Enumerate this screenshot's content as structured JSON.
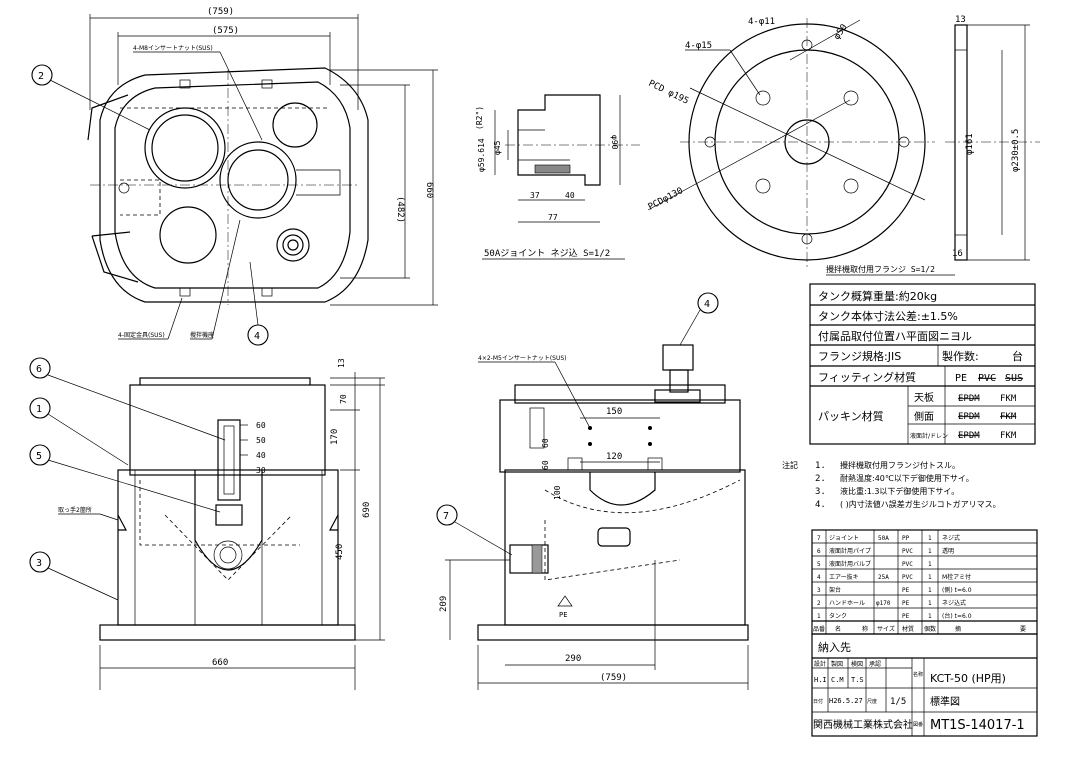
{
  "plan_view": {
    "dim_overall_width": "(759)",
    "dim_inner_width": "(575)",
    "dim_height_inner": "(482)",
    "dim_height": "660",
    "label_insert_nut": "4-M8インサートナット(SUS)",
    "label_fixing": "4-固定金具(SUS)",
    "label_mixer_base": "攪拌機座"
  },
  "joint_view": {
    "dim_r2": "(R2\")",
    "dim_59": "φ59.614",
    "dim_45": "φ45",
    "dim_90": "φ90",
    "dim_37": "37",
    "dim_40": "40",
    "dim_77": "77",
    "caption": "50Aジョイント ネジ込 S=1/2"
  },
  "flange_view": {
    "holes_11": "4-φ11",
    "holes_15": "4-φ15",
    "dim_50": "φ50",
    "pcd_195": "PCD φ195",
    "pcd_130": "PCDφ130",
    "dim_13": "13",
    "dim_161": "φ161",
    "dim_230": "φ230±0.5",
    "dim_16": "16",
    "caption": "攪拌機取付用フランジ S=1/2"
  },
  "front_view": {
    "dim_13": "13",
    "dim_70": "70",
    "dim_170": "170",
    "dim_450": "450",
    "dim_690": "690",
    "dim_660": "660",
    "scale_60": "60",
    "scale_50": "50",
    "scale_40": "40",
    "scale_30": "30",
    "label_handle": "取っ手2箇所"
  },
  "side_view": {
    "label_insert": "4×2-M5インサートナット(SUS)",
    "dim_150": "150",
    "dim_60a": "60",
    "dim_60b": "60",
    "dim_120": "120",
    "dim_100": "100",
    "dim_209": "209",
    "dim_290": "290",
    "dim_759": "(759)",
    "pe_mark": "PE"
  },
  "balloons": [
    "1",
    "2",
    "3",
    "4",
    "5",
    "6",
    "7"
  ],
  "spec_table": {
    "weight": "タンク概算重量:約20kg",
    "tolerance": "タンク本体寸法公差:±1.5%",
    "attach_pos": "付属品取付位置ハ平面図ニヨル",
    "flange_std": "フランジ規格:JIS",
    "qty_label": "製作数:",
    "qty_unit": "台",
    "fitting_label": "フィッティング材質",
    "fitting_pe": "PE",
    "fitting_pvc": "PVC",
    "fitting_sus": "SUS",
    "packing_label": "パッキン材質",
    "packing_top": "天板",
    "packing_side": "側面",
    "packing_level": "液面計/ドレン",
    "epdm": "EPDM",
    "fkm": "FKM"
  },
  "notes": {
    "title": "注記",
    "n1_num": "1.",
    "n1": "攪拌機取付用フランジ付トスル。",
    "n2_num": "2.",
    "n2": "耐熱温度:40℃以下デ御使用下サイ。",
    "n3_num": "3.",
    "n3": "液比重:1.3以下デ御使用下サイ。",
    "n4_num": "4.",
    "n4": "( )内寸法値ハ誤差ガ生ジルコトガアリマス。"
  },
  "parts_list": {
    "rows": [
      [
        "7",
        "ジョイント",
        "50A",
        "PP",
        "1",
        "ネジ式"
      ],
      [
        "6",
        "液面計用パイプ",
        "",
        "PVC",
        "1",
        "透明"
      ],
      [
        "5",
        "液面計用バルブ",
        "",
        "PVC",
        "1",
        ""
      ],
      [
        "4",
        "エアー抜キ",
        "25A",
        "PVC",
        "1",
        "M栓アミ付"
      ],
      [
        "3",
        "架台",
        "",
        "PE",
        "1",
        "(側) t=6.0"
      ],
      [
        "2",
        "ハンドホール",
        "φ170",
        "PE",
        "1",
        "ネジ込式"
      ],
      [
        "1",
        "タンク",
        "",
        "PE",
        "1",
        "(台) t=6.0"
      ]
    ],
    "headers": [
      "品番",
      "名",
      "称",
      "サイズ",
      "材質",
      "個数",
      "摘",
      "要"
    ]
  },
  "title_block": {
    "delivery": "納入先",
    "design": "設計",
    "drawn": "製図",
    "checked": "検図",
    "approved": "承認",
    "design_v": "H.I",
    "drawn_v": "C.M",
    "checked_v": "T.S",
    "date_label": "日付",
    "date": "H26.5.27",
    "scale_label": "尺度",
    "scale": "1/5",
    "name_label": "名称",
    "product": "KCT-50 (HP用)",
    "std": "標準図",
    "company": "関西機械工業株式会社",
    "dwg_label": "図番",
    "dwg_no": "MT1S-14017-1"
  }
}
